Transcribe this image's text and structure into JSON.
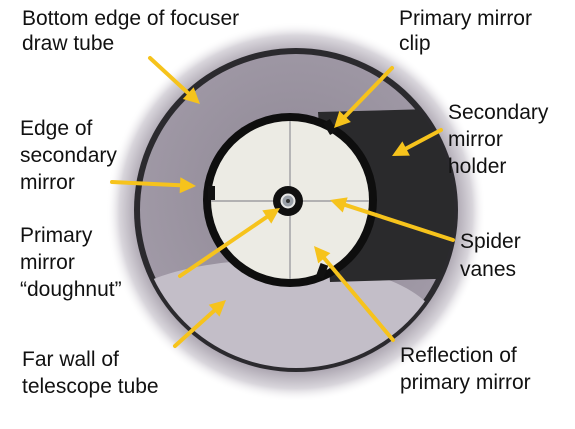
{
  "colors": {
    "arrow": "#f6c31c",
    "text": "#111111",
    "tube_outer": "#a9a2ae",
    "tube_inner": "#9c95a3",
    "mirror": "#ecebe4",
    "rim": "#101010",
    "holder": "#2a2a2c"
  },
  "labels": {
    "focuser": [
      "Bottom edge of focuser",
      "draw tube"
    ],
    "clip": [
      "Primary mirror",
      "clip"
    ],
    "edge": [
      "Edge of",
      "secondary",
      "mirror"
    ],
    "holder": [
      "Secondary",
      "mirror",
      "holder"
    ],
    "spider": [
      "Spider",
      "vanes"
    ],
    "doughnut": [
      "Primary",
      "mirror",
      "“doughnut”"
    ],
    "farwall": [
      "Far wall of",
      "telescope tube"
    ],
    "reflection": [
      "Reflection of",
      "primary mirror"
    ]
  }
}
